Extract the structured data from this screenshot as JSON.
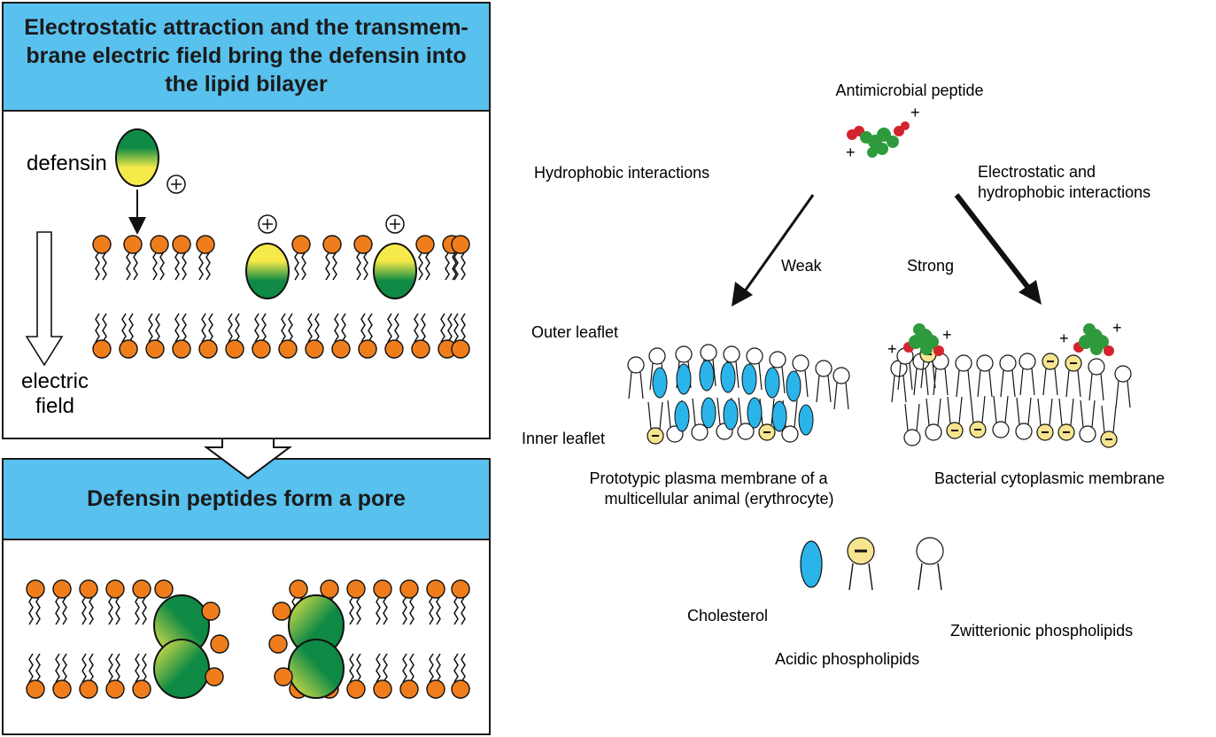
{
  "left_figure": {
    "step1_title": "Electrostatic attraction and the transmem-brane electric field bring the defensin into the lipid bilayer",
    "step2_title": "Defensin peptides form a pore",
    "labels": {
      "defensin": "defensin",
      "electric_field_line1": "electric",
      "electric_field_line2": "field",
      "charge_symbol": "+"
    },
    "colors": {
      "header_fill": "#58c1ee",
      "lipid_head": "#f07d1c",
      "defensin_green": "#0e8a45",
      "defensin_yellow": "#f5ea4a"
    }
  },
  "right_figure": {
    "peptide_label": "Antimicrobial peptide",
    "left_pathway": "Hydrophobic interactions",
    "right_pathway_line1": "Electrostatic and",
    "right_pathway_line2": "hydrophobic interactions",
    "weak_label": "Weak",
    "strong_label": "Strong",
    "outer_leaflet": "Outer leaflet",
    "inner_leaflet": "Inner leaflet",
    "animal_membrane_line1": "Prototypic plasma membrane of a",
    "animal_membrane_line2": "multicellular animal (erythrocyte)",
    "bacterial_membrane": "Bacterial cytoplasmic membrane",
    "charge_plus": "+",
    "legend": {
      "cholesterol": "Cholesterol",
      "acidic": "Acidic phospholipids",
      "zwitterionic": "Zwitterionic phospholipids"
    },
    "colors": {
      "cholesterol": "#2ab4ea",
      "acidic_head": "#f6e48e",
      "peptide_red": "#d4232f",
      "peptide_green": "#2e9a3c"
    }
  }
}
